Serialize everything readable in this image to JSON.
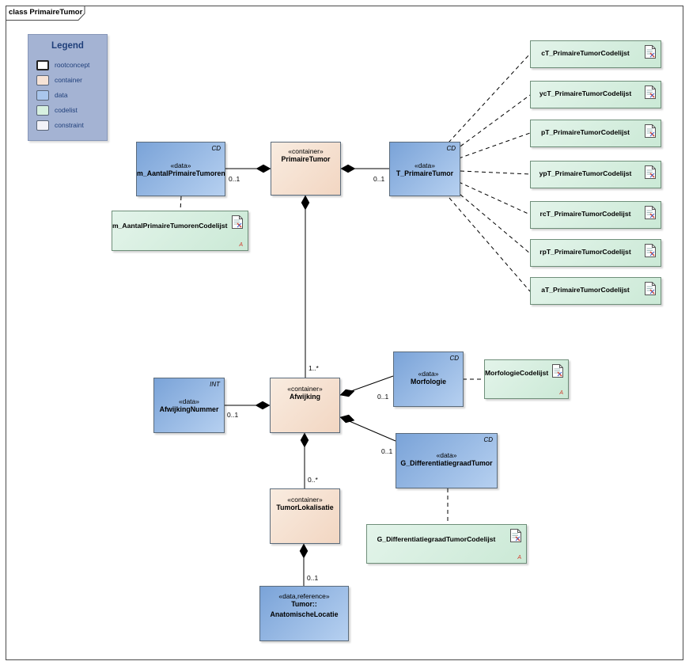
{
  "diagram": {
    "title": "class PrimaireTumor"
  },
  "legend": {
    "title": "Legend",
    "items": [
      {
        "label": "rootconcept",
        "color": "#ffffff"
      },
      {
        "label": "container",
        "color": "#f6e3d6"
      },
      {
        "label": "data",
        "color": "#a9c6ec"
      },
      {
        "label": "codelist",
        "color": "#d7f0e0"
      },
      {
        "label": "constraint",
        "color": "#f2f2f8"
      }
    ]
  },
  "nodes": {
    "primaire_tumor": {
      "stereotype": "«container»",
      "name": "PrimaireTumor"
    },
    "m_aantal": {
      "stereotype": "«data»",
      "name": "m_AantalPrimaireTumoren",
      "type": "CD"
    },
    "t_primaire": {
      "stereotype": "«data»",
      "name": "T_PrimaireTumor",
      "type": "CD"
    },
    "afwijking": {
      "stereotype": "«container»",
      "name": "Afwijking"
    },
    "afwijking_nummer": {
      "stereotype": "«data»",
      "name": "AfwijkingNummer",
      "type": "INT"
    },
    "morfologie": {
      "stereotype": "«data»",
      "name": "Morfologie",
      "type": "CD"
    },
    "g_diff": {
      "stereotype": "«data»",
      "name": "G_DifferentiatiegraadTumor",
      "type": "CD"
    },
    "tumor_lok": {
      "stereotype": "«container»",
      "name": "TumorLokalisatie"
    },
    "anat": {
      "stereotype": "«data,reference»",
      "name1": "Tumor::",
      "name2": "AnatomischeLocatie"
    }
  },
  "codelists": {
    "m_aantal": {
      "name": "m_AantalPrimaireTumorenCodelijst",
      "mark": "A"
    },
    "morfologie": {
      "name": "MorfologieCodelijst",
      "mark": "A"
    },
    "g_diff": {
      "name": "G_DifferentiatiegraadTumorCodelijst",
      "mark": "A"
    },
    "ct": {
      "name": "cT_PrimaireTumorCodelijst"
    },
    "yct": {
      "name": "ycT_PrimaireTumorCodelijst"
    },
    "pt": {
      "name": "pT_PrimaireTumorCodelijst"
    },
    "ypt": {
      "name": "ypT_PrimaireTumorCodelijst"
    },
    "rct": {
      "name": "rcT_PrimaireTumorCodelijst"
    },
    "rpt": {
      "name": "rpT_PrimaireTumorCodelijst"
    },
    "at": {
      "name": "aT_PrimaireTumorCodelijst"
    }
  },
  "multiplicities": {
    "m_aantal": "0..1",
    "t_primaire": "0..1",
    "afwijking_to_primaire": "1..*",
    "afwijking_nummer": "0..1",
    "morfologie": "0..1",
    "g_diff": "0..1",
    "tumor_lok": "0..*",
    "anat": "0..1"
  }
}
